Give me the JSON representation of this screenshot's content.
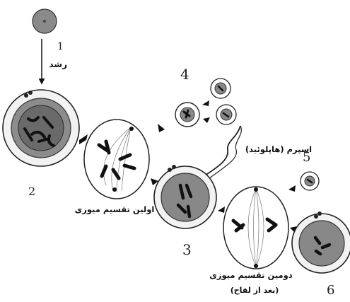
{
  "labels": {
    "growth": "رشد",
    "meiosis1": "اولین تقسیم میوزی",
    "sperm": "اسپرم (هاپلوئید)",
    "meiosis2_line1": "دومین تقسیم میوزی",
    "meiosis2_line2": "(بعد از لقاح)"
  },
  "hand_numbers": {
    "n1": "1",
    "n2": "2",
    "n3": "3",
    "n4": "4",
    "n5": "5",
    "n6": "6"
  },
  "colors": {
    "ink": "#111111",
    "cell_gray": "#8c8c8c",
    "cell_dark": "#5e5e5e",
    "ring": "#e8e8e8",
    "outline": "#222222"
  }
}
